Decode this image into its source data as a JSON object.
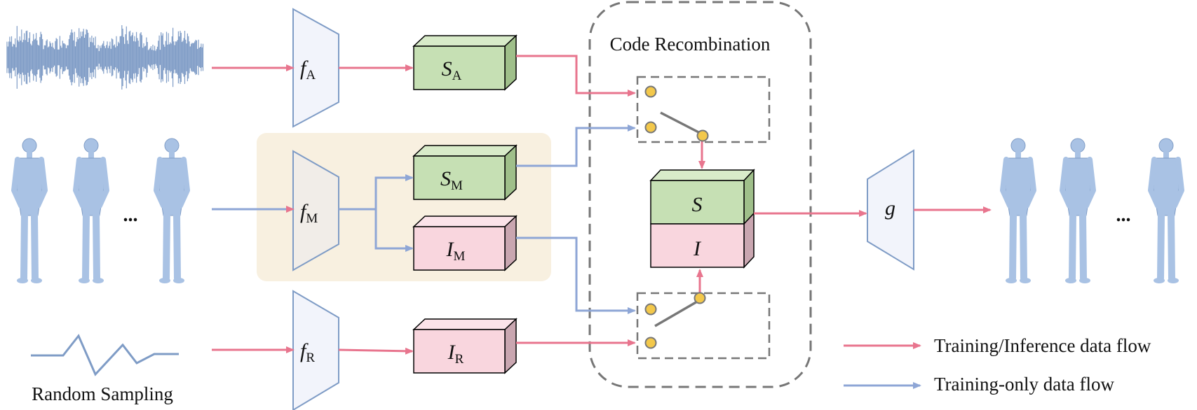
{
  "code_recombination": {
    "title": "Code Recombination"
  },
  "encoders": {
    "audio": {
      "letter": "f",
      "sub": "A"
    },
    "motion": {
      "letter": "f",
      "sub": "M"
    },
    "random": {
      "letter": "f",
      "sub": "R"
    }
  },
  "codes": {
    "sa": {
      "letter": "S",
      "sub": "A"
    },
    "sm": {
      "letter": "S",
      "sub": "M"
    },
    "im": {
      "letter": "I",
      "sub": "M"
    },
    "ir": {
      "letter": "I",
      "sub": "R"
    },
    "s": {
      "letter": "S"
    },
    "i": {
      "letter": "I"
    }
  },
  "decoder": {
    "letter": "g"
  },
  "inputs": {
    "random_sampling_label": "Random Sampling",
    "ellipsis": "..."
  },
  "output": {
    "ellipsis": "..."
  },
  "legend": {
    "training_inference": "Training/Inference data flow",
    "training_only": "Training-only data flow"
  },
  "colors": {
    "red_flow": "#e8758e",
    "blue_flow": "#8ea6d6",
    "green_box": "#c6e0b4",
    "pink_box": "#f9d6de",
    "highlight": "#f8f0e0",
    "switch_dot": "#f3c84b"
  }
}
